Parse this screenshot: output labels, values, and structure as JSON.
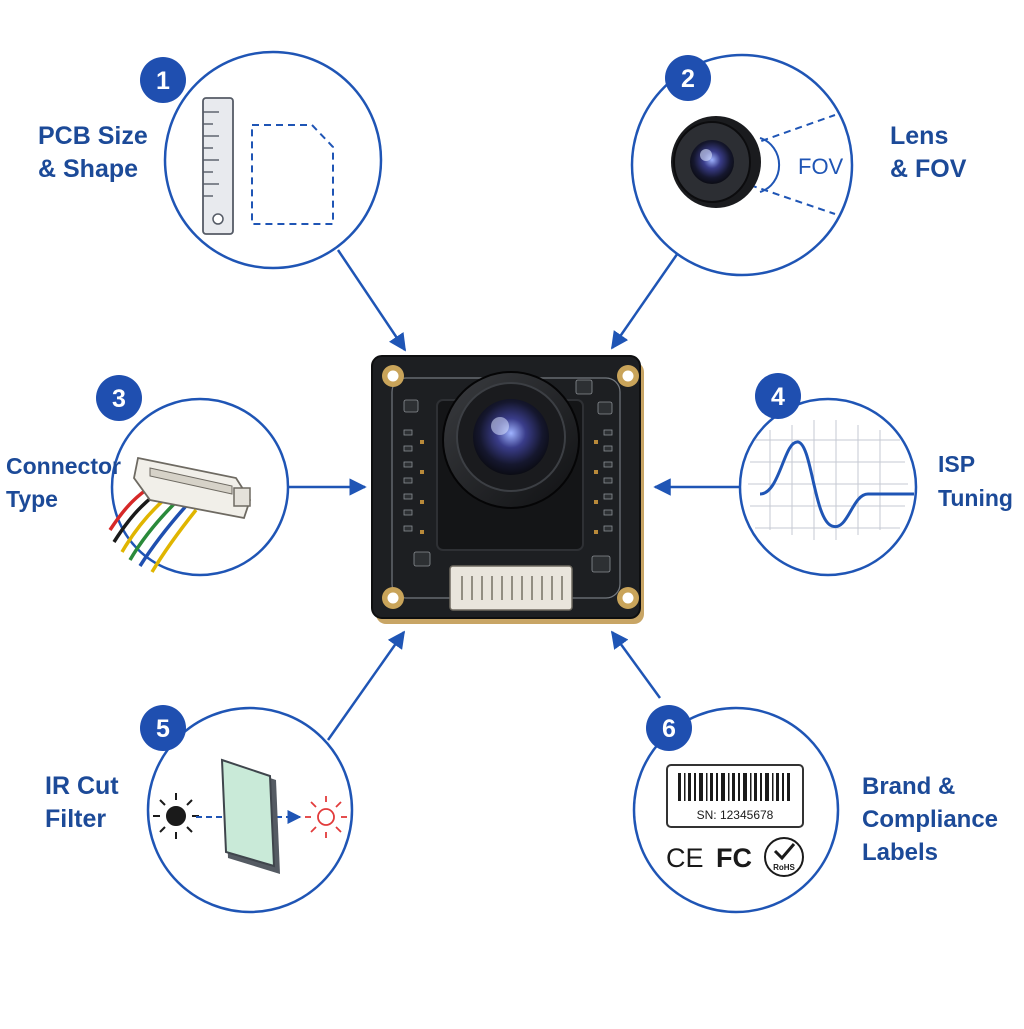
{
  "colors": {
    "accent": "#1f55b5",
    "label_text": "#1c4a98",
    "board": "#1d1f22",
    "gold_ring": "#c9a45a",
    "filter_glass": "#c9ead8",
    "ir_red": "#e23b3b"
  },
  "features": [
    {
      "number": "1",
      "lines": [
        "PCB Size",
        "& Shape"
      ],
      "icon": "ruler-outline-icon"
    },
    {
      "number": "2",
      "lines": [
        "Lens",
        "& FOV"
      ],
      "icon": "lens-fov-icon",
      "inner_text": "FOV"
    },
    {
      "number": "3",
      "lines": [
        "Connector",
        "Type"
      ],
      "icon": "wire-connector-icon"
    },
    {
      "number": "4",
      "lines": [
        "ISP",
        "Tuning"
      ],
      "icon": "tuning-curve-icon"
    },
    {
      "number": "5",
      "lines": [
        "IR Cut",
        "Filter"
      ],
      "icon": "ir-filter-icon"
    },
    {
      "number": "6",
      "lines": [
        "Brand &",
        "Compliance",
        "Labels"
      ],
      "icon": "label-barcode-icon",
      "serial": "SN: 12345678",
      "marks": [
        "CE",
        "FC",
        "RoHS"
      ]
    }
  ],
  "center": {
    "icon": "camera-module-board-icon"
  }
}
